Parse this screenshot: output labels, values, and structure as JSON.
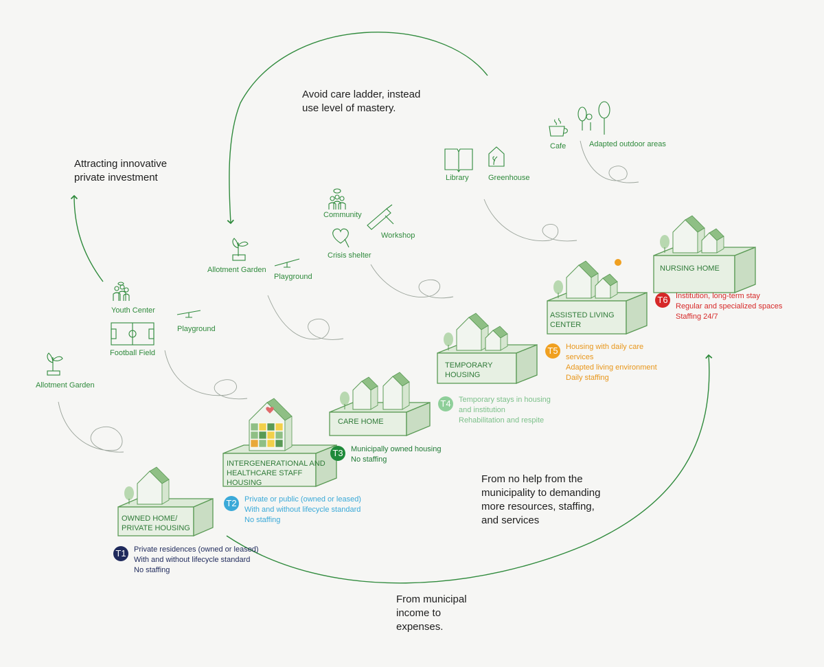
{
  "headings": {
    "avoid": "Avoid care ladder, instead\nuse level of mastery.",
    "attracting": "Attracting innovative\nprivate investment",
    "no_help": "From no help from the\nmunicipality to demanding\nmore resources, staffing,\nand services",
    "income": "From municipal\nincome to\nexpenses."
  },
  "amenities": {
    "allotment_left": "Allotment Garden",
    "youth_center": "Youth Center",
    "football": "Football Field",
    "playground_1": "Playground",
    "allotment_mid": "Allotment Garden",
    "playground_2": "Playground",
    "community": "Community",
    "workshop": "Workshop",
    "crisis": "Crisis shelter",
    "library": "Library",
    "greenhouse": "Greenhouse",
    "cafe": "Cafe",
    "outdoor": "Adapted outdoor areas"
  },
  "buildings": [
    {
      "label": "OWNED HOME/\nPRIVATE HOUSING"
    },
    {
      "label": "INTERGENERATIONAL AND\nHEALTHCARE STAFF\nHOUSING"
    },
    {
      "label": "CARE HOME"
    },
    {
      "label": "TEMPORARY\nHOUSING"
    },
    {
      "label": "ASSISTED LIVING\nCENTER"
    },
    {
      "label": "NURSING HOME"
    }
  ],
  "tiers": [
    {
      "id": "T1",
      "color": "#1f2a5c",
      "text_color": "#1f2a5c",
      "lines": [
        "Private residences (owned or leased)",
        "With and without lifecycle standard",
        "No staffing"
      ]
    },
    {
      "id": "T2",
      "color": "#3aa9d8",
      "text_color": "#3aa9d8",
      "lines": [
        "Private or public (owned or leased)",
        "With and without lifecycle standard",
        "No staffing"
      ]
    },
    {
      "id": "T3",
      "color": "#1f8a3a",
      "text_color": "#1f7a35",
      "lines": [
        "Municipally owned housing",
        "No staffing"
      ]
    },
    {
      "id": "T4",
      "color": "#8fcf9a",
      "text_color": "#7cc08a",
      "lines": [
        "Temporary stays in housing",
        "and institution",
        "Rehabilitation and respite"
      ]
    },
    {
      "id": "T5",
      "color": "#f0a020",
      "text_color": "#e8961a",
      "lines": [
        "Housing with daily care",
        "services",
        "Adapted living environment",
        "Daily staffing"
      ]
    },
    {
      "id": "T6",
      "color": "#d62828",
      "text_color": "#d62828",
      "lines": [
        "Institution, long-term stay",
        "Regular and specialized spaces",
        "Staffing 24/7"
      ]
    }
  ],
  "colors": {
    "line": "#2f8a3c",
    "box_top": "#dcead7",
    "box_side": "#c9ddc3",
    "box_front": "#e7f0e3",
    "house": "#8fbf85",
    "house_dark": "#5a9a55"
  }
}
